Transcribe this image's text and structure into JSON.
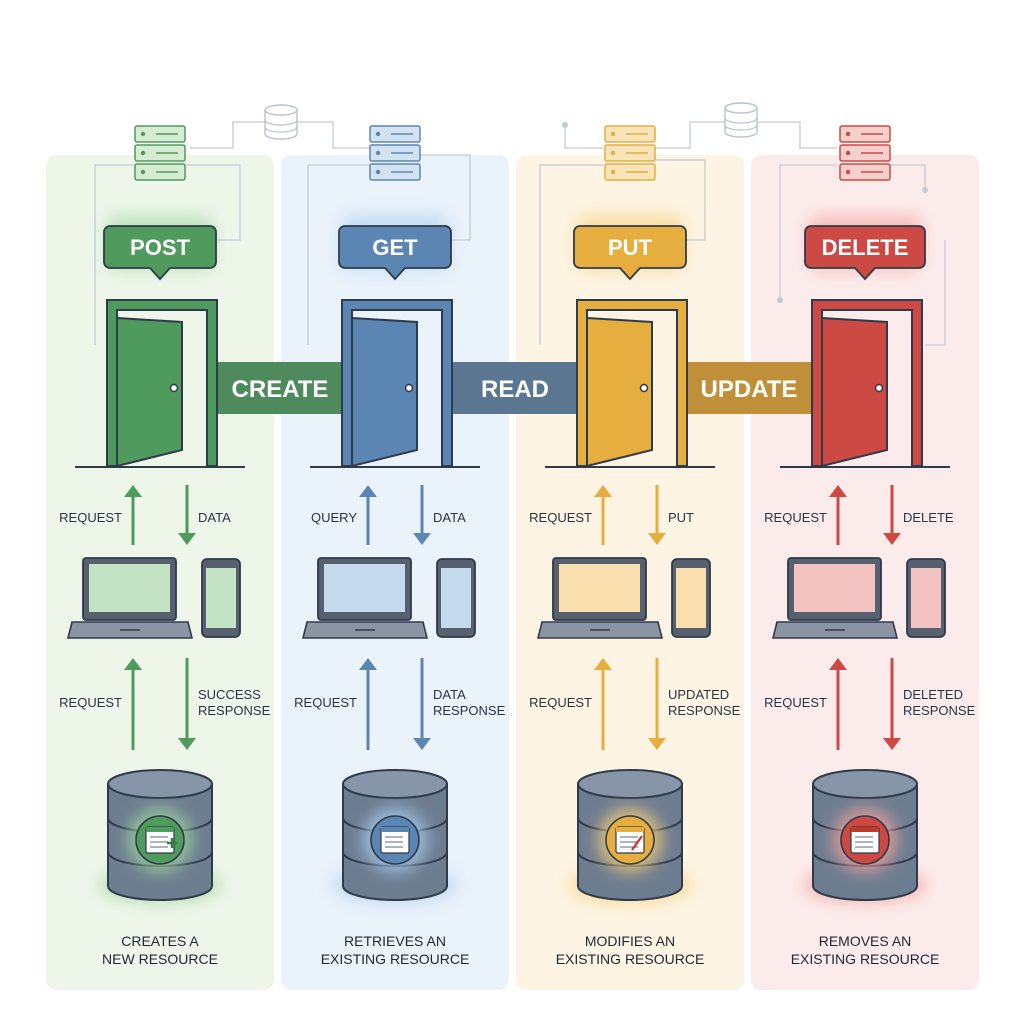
{
  "columns": [
    {
      "key": "post",
      "method": "POST",
      "up_label_1": "REQUEST",
      "down_label_1": [
        "DATA"
      ],
      "up_label_2": "REQUEST",
      "down_label_2": [
        "SUCCESS",
        "RESPONSE"
      ],
      "description": [
        "CREATES A",
        "NEW RESOURCE"
      ],
      "db_icon": "document-plus-icon",
      "colors": {
        "main": "#4f9a5d",
        "dark": "#3a7a47",
        "light": "#d6ecd2",
        "panel": "#eef6ea",
        "screen": "#c5e4c5",
        "glow": "#9fd59f"
      }
    },
    {
      "key": "get",
      "method": "GET",
      "up_label_1": "QUERY",
      "down_label_1": [
        "DATA"
      ],
      "up_label_2": "REQUEST",
      "down_label_2": [
        "DATA",
        "RESPONSE"
      ],
      "description": [
        "RETRIEVES AN",
        "EXISTING RESOURCE"
      ],
      "db_icon": "document-icon",
      "colors": {
        "main": "#5b86b3",
        "dark": "#44688f",
        "light": "#d3e2f1",
        "panel": "#eaf2fa",
        "screen": "#c7dbee",
        "glow": "#a9cdee"
      }
    },
    {
      "key": "put",
      "method": "PUT",
      "up_label_1": "REQUEST",
      "down_label_1": [
        "PUT"
      ],
      "up_label_2": "REQUEST",
      "down_label_2": [
        "UPDATED",
        "RESPONSE"
      ],
      "description": [
        "MODIFIES AN",
        "EXISTING RESOURCE"
      ],
      "db_icon": "document-edit-icon",
      "colors": {
        "main": "#e6ad3f",
        "dark": "#b98626",
        "light": "#f8e4b8",
        "panel": "#fdf4e3",
        "screen": "#f9dfae",
        "glow": "#f5cf7a"
      }
    },
    {
      "key": "delete",
      "method": "DELETE",
      "up_label_1": "REQUEST",
      "down_label_1": [
        "DELETE"
      ],
      "up_label_2": "REQUEST",
      "down_label_2": [
        "DELETED",
        "RESPONSE"
      ],
      "description": [
        "REMOVES AN",
        "EXISTING RESOURCE"
      ],
      "db_icon": "document-remove-icon",
      "colors": {
        "main": "#cc4a43",
        "dark": "#a8362f",
        "light": "#f4cfcc",
        "panel": "#fbeceb",
        "screen": "#f2c3c0",
        "glow": "#f1a29c"
      }
    }
  ],
  "bands": [
    {
      "label": "CREATE",
      "color": "#4f8a5c"
    },
    {
      "label": "READ",
      "color": "#5a7691"
    },
    {
      "label": "UPDATE",
      "color": "#c08f3a"
    }
  ],
  "neutral_colors": {
    "outline": "#2f3a4a",
    "db_body": "#6d7d90",
    "db_top": "#8695a7"
  }
}
